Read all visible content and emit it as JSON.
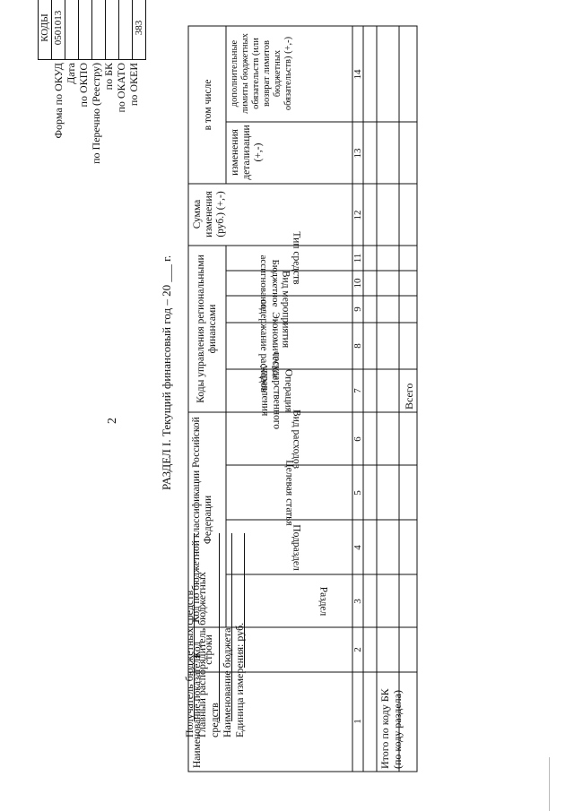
{
  "page_number": "2",
  "header": {
    "recipient": "Получатель бюджетных средств",
    "main_manager_line1": "Главный  распорядитель бюджетных",
    "main_manager_line2": "средств",
    "budget_name": "Наименование бюджета",
    "unit": "Единица измерения: руб."
  },
  "codes": {
    "title": "КОДЫ",
    "rows": [
      {
        "label": "Форма по ОКУД",
        "value": "0501013"
      },
      {
        "label": "Дата",
        "value": ""
      },
      {
        "label": "по ОКПО",
        "value": ""
      },
      {
        "label": "по Перечню (Реестру)",
        "value": ""
      },
      {
        "label": "по БК",
        "value": ""
      },
      {
        "label": "по ОКАТО",
        "value": ""
      },
      {
        "label": "по ОКЕИ",
        "value": "383"
      }
    ]
  },
  "section_title": "РАЗДЕЛ I. Текущий финансовый год – 20 ___ г.",
  "table": {
    "col_name": "Наименование показателя",
    "col_code": "Код строки",
    "group_bk": "Код по бюджетной классификации Российской Федерации",
    "bk_cols": [
      "Раздел",
      "Подраздел",
      "Целевая  статья",
      "Вид расходов"
    ],
    "group_regfin": "Коды управления региональными финансами",
    "rf_cols": [
      "Операция государственного управления",
      "Экономическое содержание расходов",
      "Вид мероприятия",
      "Бюджетное ассигнование",
      "Тип средств"
    ],
    "col_sum": "Сумма изменения (руб.) (+,-)",
    "group_incl": "в том числе",
    "incl_cols": [
      "изменения детализации (+,-)",
      "дополнительные лимиты бюджетных обязательств (или возврат лимитов бюджетных обязательств) (+,-)"
    ],
    "col_numbers": [
      "1",
      "2",
      "3",
      "4",
      "5",
      "6",
      "7",
      "8",
      "9",
      "10",
      "11",
      "12",
      "13",
      "14"
    ],
    "total_bk": "Итого по коду БК (по коду раздела)",
    "total_all": "Всего"
  }
}
